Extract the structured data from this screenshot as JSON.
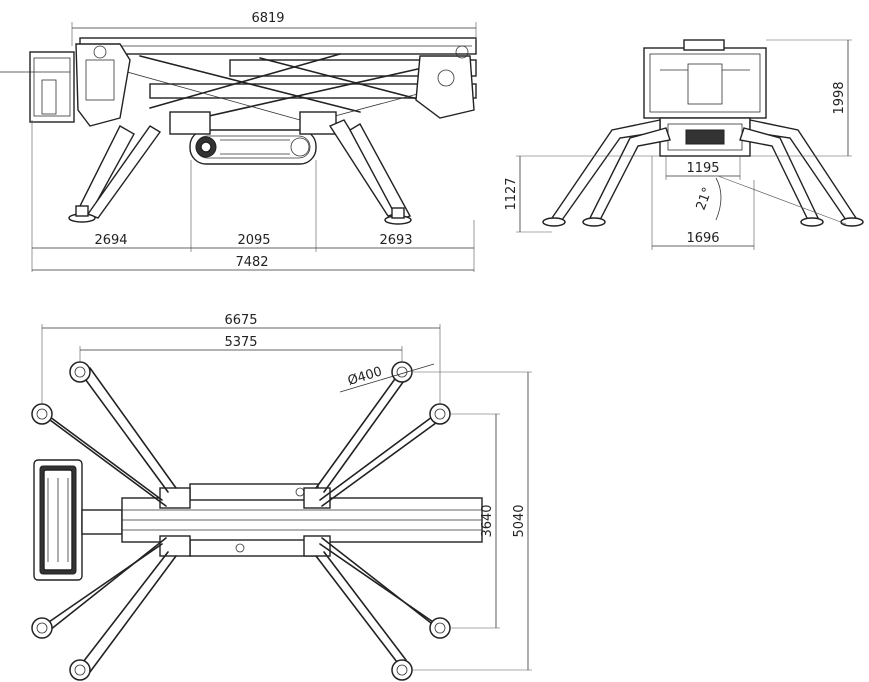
{
  "dimensions": {
    "side_view": {
      "top_length": "6819",
      "left_span": "2694",
      "track_span": "2095",
      "right_span": "2693",
      "total_length": "7482"
    },
    "rear_view": {
      "height": "1998",
      "ground_clearance": "1127",
      "inner_width": "1195",
      "outer_width": "1696",
      "angle": "21°"
    },
    "top_view": {
      "outer_span": "6675",
      "inner_span": "5375",
      "pad_diameter": "Ø400",
      "inner_width": "3640",
      "outer_width": "5040"
    }
  },
  "colors": {
    "line": "#222222",
    "background": "#ffffff"
  }
}
